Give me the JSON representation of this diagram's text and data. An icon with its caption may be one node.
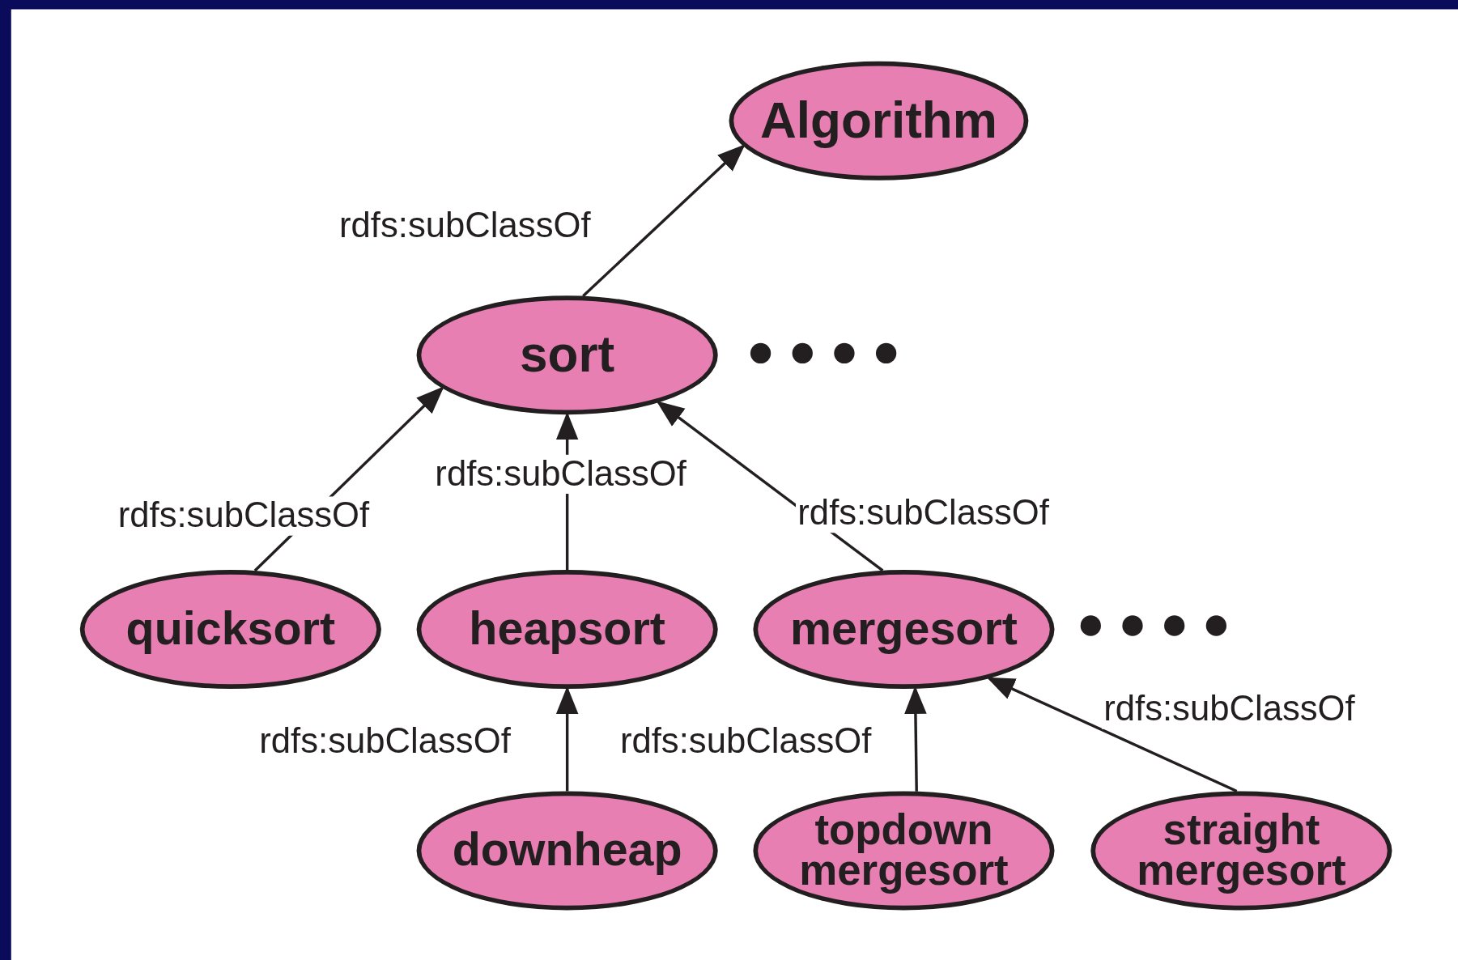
{
  "diagram": {
    "nodes": [
      {
        "text": [
          "Algorithm"
        ]
      },
      {
        "text": [
          "sort"
        ]
      },
      {
        "text": [
          "quicksort"
        ]
      },
      {
        "text": [
          "heapsort"
        ]
      },
      {
        "text": [
          "mergesort"
        ]
      },
      {
        "text": [
          "downheap"
        ]
      },
      {
        "text": [
          "topdown mergesort"
        ]
      },
      {
        "text": [
          "straight mergesort"
        ]
      }
    ],
    "edges": [
      {
        "from": 1,
        "to": 0,
        "arrow": "to",
        "label": "rdfs:subClassOf"
      },
      {
        "from": 2,
        "to": 1,
        "arrow": "to",
        "label": "rdfs:subClassOf"
      },
      {
        "from": 3,
        "to": 1,
        "arrow": "to",
        "label": "rdfs:subClassOf"
      },
      {
        "from": 4,
        "to": 1,
        "arrow": "to",
        "label": "rdfs:subClassOf"
      },
      {
        "from": 5,
        "to": 3,
        "arrow": "to",
        "label": "rdfs:subClassOf"
      },
      {
        "from": 6,
        "to": 4,
        "arrow": "to",
        "label": "rdfs:subClassOf"
      },
      {
        "from": 7,
        "to": 4,
        "arrow": "to",
        "label": "rdfs:subClassOf"
      }
    ]
  }
}
